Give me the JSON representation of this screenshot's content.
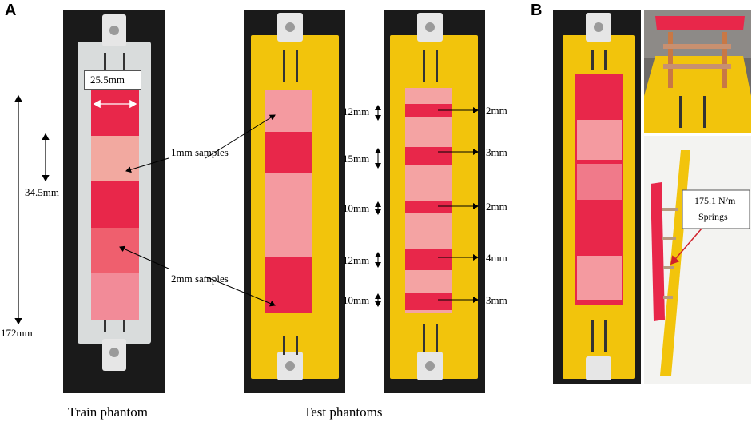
{
  "panels": {
    "a": "A",
    "b": "B"
  },
  "captions": {
    "train": "Train phantom",
    "test": "Test phantoms"
  },
  "train": {
    "width_label": "25.5mm",
    "height_label": "34.5mm",
    "length_label": "172mm",
    "sample_1mm": "1mm samples",
    "sample_2mm": "2mm samples"
  },
  "test": {
    "left_labels": [
      "12mm",
      "15mm",
      "10mm",
      "12mm",
      "10mm"
    ],
    "right_labels": [
      "2mm",
      "3mm",
      "2mm",
      "4mm",
      "3mm"
    ]
  },
  "springs": {
    "line1": "175.1 N/m",
    "line2": "Springs"
  },
  "colors": {
    "background": "#ffffff",
    "photo_bg": "#1a1a1a",
    "acrylic": "#d9dcdc",
    "yellow_plate": "#f2c40c",
    "red_sample": "#e8274a",
    "pale_sample": "#f2a9a0",
    "arrow_red": "#d0202a"
  }
}
